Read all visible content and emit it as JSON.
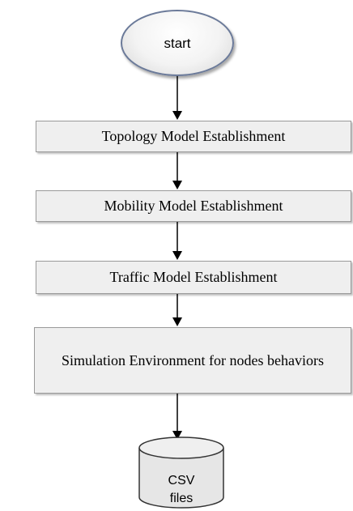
{
  "diagram": {
    "start": {
      "label": "start",
      "shape": "ellipse"
    },
    "steps": [
      {
        "label": "Topology Model Establishment"
      },
      {
        "label": "Mobility Model Establishment"
      },
      {
        "label": "Traffic Model Establishment"
      },
      {
        "label": "Simulation Environment for nodes behaviors"
      }
    ],
    "output": {
      "line1": "CSV",
      "line2": "files",
      "shape": "cylinder"
    },
    "edges": [
      [
        "start",
        "Topology Model Establishment"
      ],
      [
        "Topology Model Establishment",
        "Mobility Model Establishment"
      ],
      [
        "Mobility Model Establishment",
        "Traffic Model Establishment"
      ],
      [
        "Traffic Model Establishment",
        "Simulation Environment for nodes behaviors"
      ],
      [
        "Simulation Environment for nodes behaviors",
        "CSV files"
      ]
    ]
  },
  "colors": {
    "box_fill": "#efefef",
    "box_border": "#9a9a9a",
    "start_border": "#6b7a99",
    "arrow": "#000000",
    "cylinder_fill": "#e6e6e6"
  }
}
